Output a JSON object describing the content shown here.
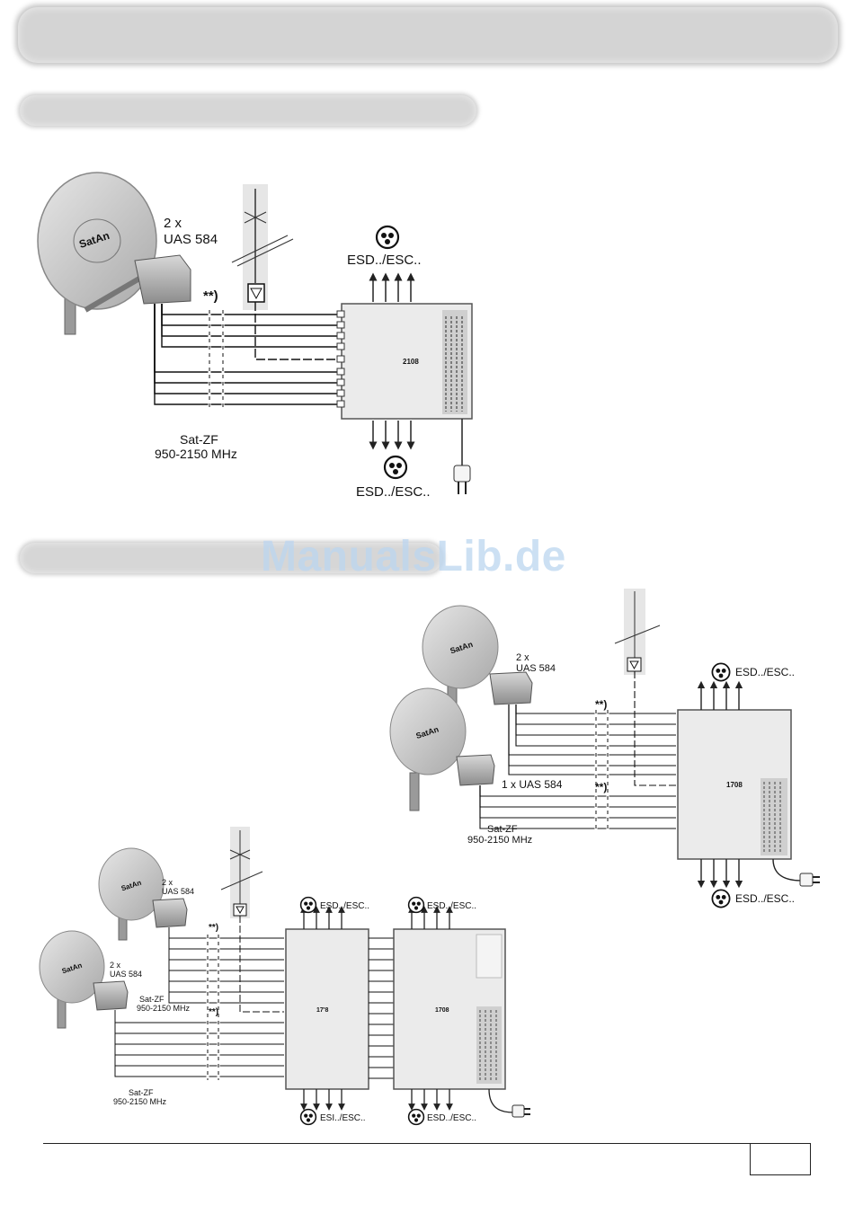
{
  "watermark": "ManualsLib.de",
  "diagram1": {
    "lnb_label_line1": "2 x",
    "lnb_label_line2": "UAS 584",
    "footnote": "**)",
    "outlet_top": "ESD../ESC..",
    "outlet_bottom": "ESD../ESC..",
    "if_label_line1": "Sat-ZF",
    "if_label_line2": "950-2150 MHz",
    "switch_model": "2108",
    "dish_logo": "SatAn"
  },
  "diagram2": {
    "lnb_top_line1": "2 x",
    "lnb_top_line2": "UAS 584",
    "lnb_bottom": "1 x UAS 584",
    "footnote_top": "**)",
    "footnote_bottom": "**)",
    "outlet_top": "ESD../ESC..",
    "outlet_bottom": "ESD../ESC..",
    "if_label_line1": "Sat-ZF",
    "if_label_line2": "950-2150 MHz",
    "switch_model": "1708",
    "dish_logo": "SatAn"
  },
  "diagram3": {
    "lnb_top_line1": "2 x",
    "lnb_top_line2": "UAS 584",
    "lnb_bottom_line1": "2 x",
    "lnb_bottom_line2": "UAS 584",
    "if_mid_line1": "Sat-ZF",
    "if_mid_line2": "950-2150 MHz",
    "if_bottom_line1": "Sat-ZF",
    "if_bottom_line2": "950-2150 MHz",
    "footnote_top": "**)",
    "footnote_bottom": "**)",
    "outlet_top_left": "ESD../ESC..",
    "outlet_top_right": "ESD../ESC..",
    "outlet_bottom_left": "ESI../ESC..",
    "outlet_bottom_right": "ESD../ESC..",
    "switch_left_model": "17'8",
    "switch_right_model": "1708",
    "dish_logo": "SatAn"
  }
}
